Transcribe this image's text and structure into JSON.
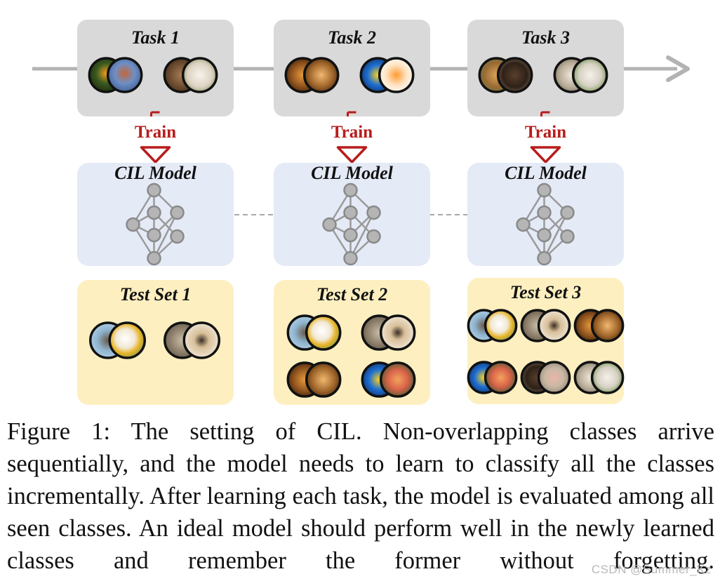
{
  "tasks": [
    {
      "title": "Task 1",
      "train_label": "Train",
      "model_label": "CIL Model",
      "test_label": "Test Set 1",
      "task_images": [
        [
          "oriole-bird",
          "bluebird"
        ],
        [
          "hedgehog",
          "french-bulldog"
        ]
      ],
      "test_images": [
        [
          "sparrow",
          "eagle"
        ],
        [
          "dog",
          "pug"
        ]
      ]
    },
    {
      "title": "Task 2",
      "train_label": "Train",
      "model_label": "CIL Model",
      "test_label": "Test Set 2",
      "task_images": [
        [
          "tiger",
          "tiger-cub"
        ],
        [
          "tropical-fish",
          "goldfish"
        ]
      ],
      "test_images": [
        [
          "sparrow",
          "eagle"
        ],
        [
          "dog",
          "pug"
        ],
        [
          "tiger",
          "tiger-cub"
        ],
        [
          "tropical-fish",
          "discus-fish"
        ]
      ]
    },
    {
      "title": "Task 3",
      "train_label": "Train",
      "model_label": "CIL Model",
      "test_label": "Test Set 3",
      "task_images": [
        [
          "lion",
          "monkey"
        ],
        [
          "goat",
          "sheep"
        ]
      ],
      "test_images": [
        [
          "sparrow",
          "eagle"
        ],
        [
          "dog",
          "pug"
        ],
        [
          "tiger",
          "tiger-cub"
        ],
        [
          "tropical-fish",
          "discus-fish"
        ],
        [
          "monkey",
          "macaque"
        ],
        [
          "goat",
          "sheep"
        ]
      ]
    }
  ],
  "caption": "Figure 1: The setting of CIL. Non-overlapping classes arrive sequentially, and the model needs to learn to classify all the classes incrementally. After learning each task, the model is evaluated among all seen classes. An ideal model should perform well in the newly learned classes and remember the former without forgetting.",
  "watermark": "CSDN @Summer_Kz",
  "colors": {
    "task_box": "#d9d9d9",
    "model_box": "#e4eaf6",
    "test_box": "#fdefc0",
    "train_red": "#b81c1c",
    "timeline": "#b3b3b3",
    "node": "#b5b5b5",
    "node_stroke": "#8a8a8a"
  }
}
